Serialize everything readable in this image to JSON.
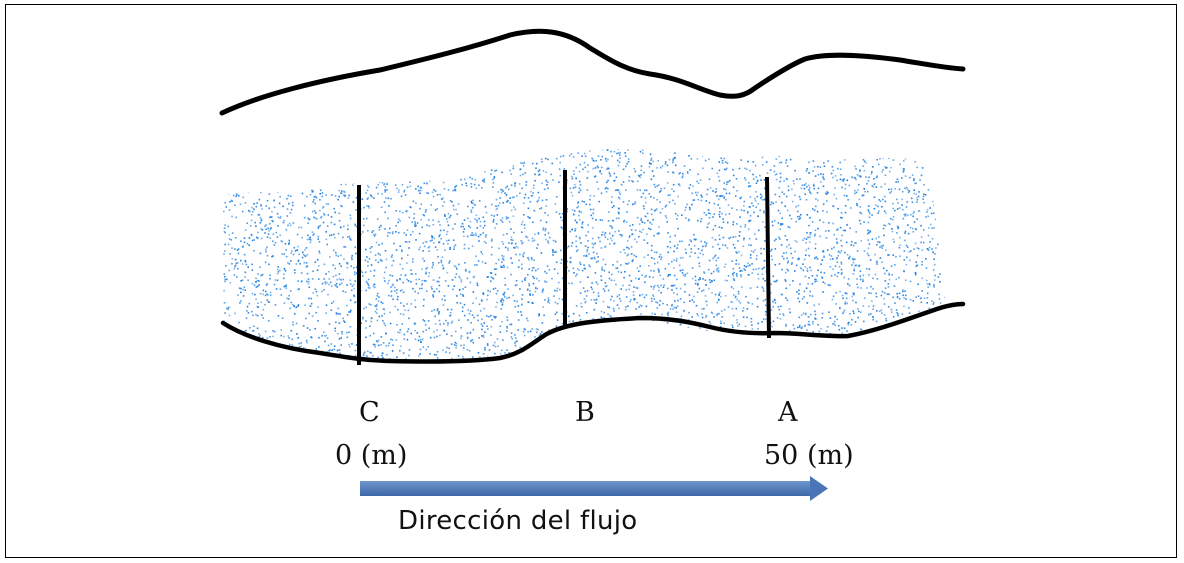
{
  "sections": [
    {
      "id": "C",
      "distance": "0 (m)"
    },
    {
      "id": "B"
    },
    {
      "id": "A",
      "distance": "50 (m)"
    }
  ],
  "flow_label": "Dirección del flujo",
  "colors": {
    "water": "#1f7fe0",
    "lines": "#000000",
    "arrow": "#4a76b8"
  }
}
